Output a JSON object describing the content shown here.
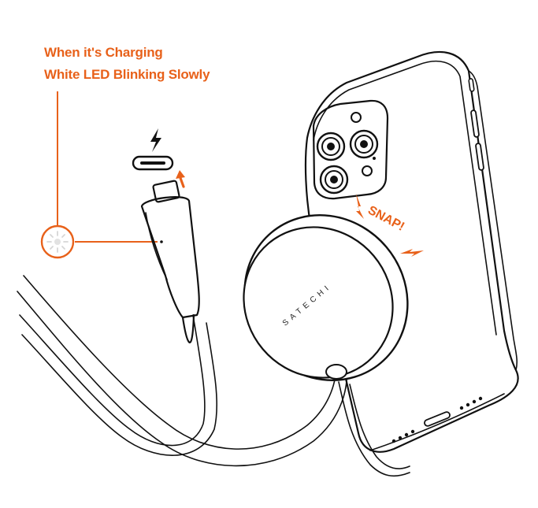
{
  "captions": {
    "line1": "When it's Charging",
    "line2": "White LED Blinking Slowly"
  },
  "labels": {
    "brand": "SATECHI",
    "snap": "SNAP!"
  },
  "colors": {
    "accent": "#E8611A",
    "outline": "#111111",
    "background": "#ffffff"
  },
  "icons": [
    "lightning-bolt-icon",
    "usb-c-port-icon",
    "arrow-up-icon",
    "led-indicator-icon"
  ]
}
